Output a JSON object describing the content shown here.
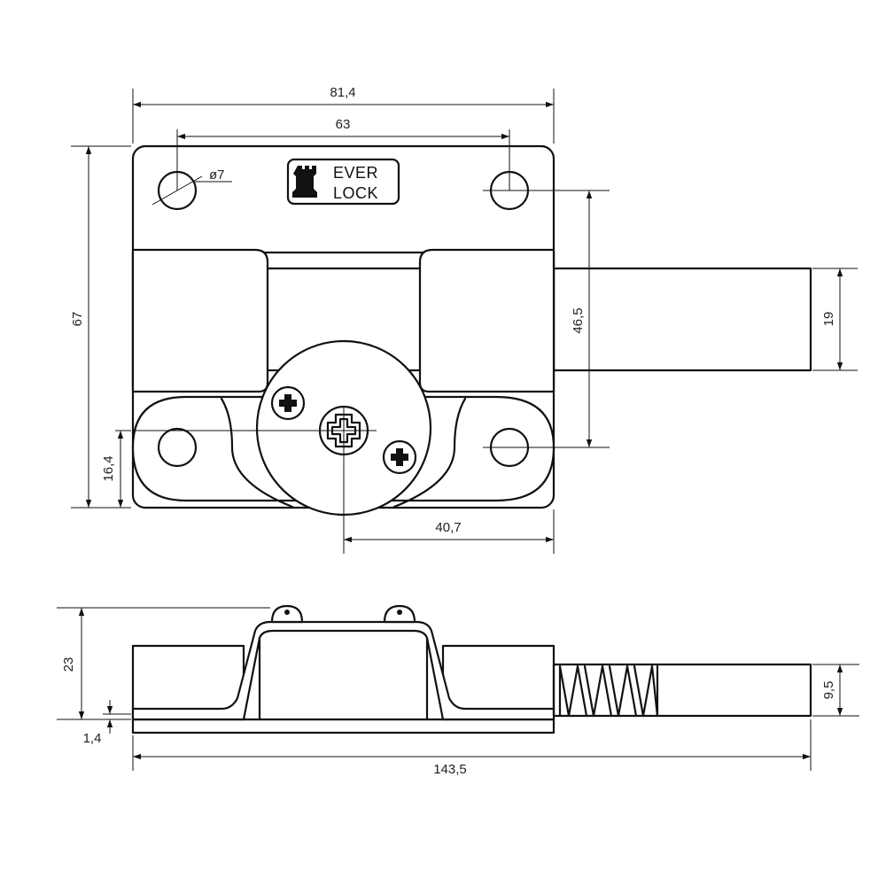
{
  "logo": {
    "line1": "EVER",
    "line2": "LOCK"
  },
  "dimensions": {
    "overall_width": "81,4",
    "hole_spacing": "63",
    "hole_diameter": "ø7",
    "height": "67",
    "hole_vertical_spacing": "46,5",
    "bolt_height": "19",
    "lower_hole_offset": "16,4",
    "center_to_edge": "40,7",
    "side_height": "23",
    "plate_thickness": "1,4",
    "bolt_thickness": "9,5",
    "total_length": "143,5"
  }
}
